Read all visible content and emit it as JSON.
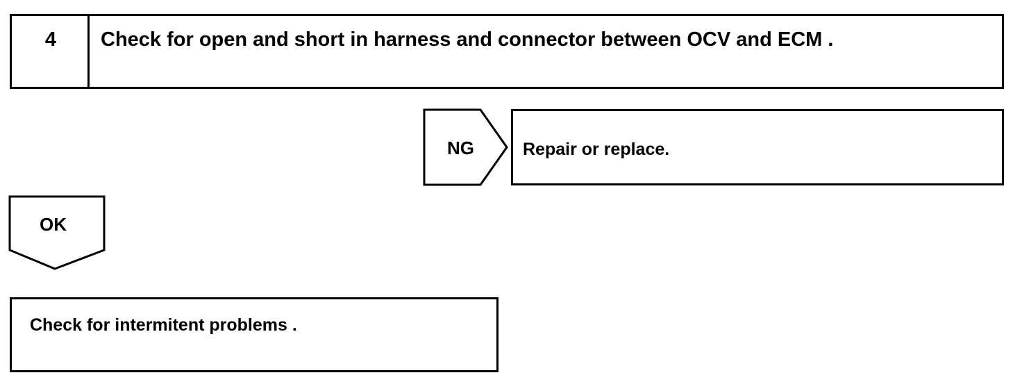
{
  "step": {
    "number": "4",
    "title": "Check for open and short in harness and connector between OCV and ECM ."
  },
  "ng_branch": {
    "label": "NG",
    "action": "Repair or replace."
  },
  "ok_branch": {
    "label": "OK",
    "action": "Check for intermitent problems ."
  },
  "colors": {
    "line": "#000000",
    "background": "#ffffff"
  }
}
